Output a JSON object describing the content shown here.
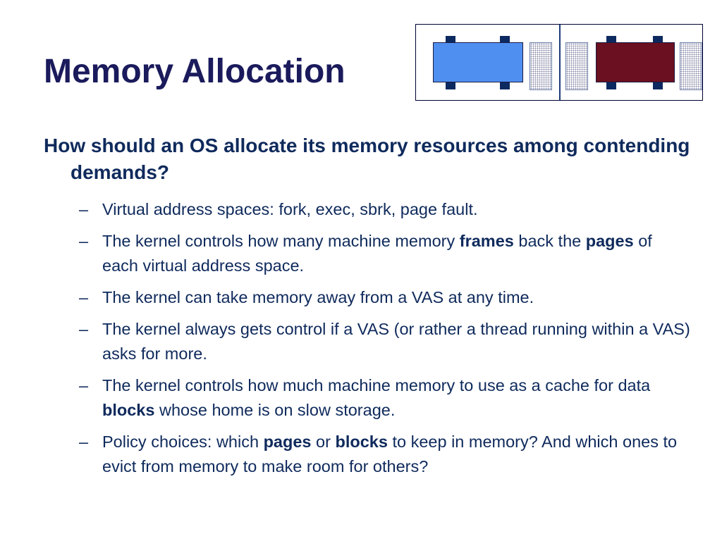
{
  "title": "Memory Allocation",
  "question": "How should an OS allocate its memory resources among contending demands?",
  "dash": "–",
  "bullets": [
    {
      "parts": [
        "Virtual address spaces: fork, exec, sbrk, page fault."
      ]
    },
    {
      "parts": [
        "The kernel controls how many machine memory ",
        "frames",
        " back the ",
        "pages",
        " of each virtual address space."
      ]
    },
    {
      "parts": [
        "The kernel can take memory away from a VAS at any time."
      ]
    },
    {
      "parts": [
        "The kernel always gets control if a VAS (or rather a thread running within a VAS) asks for more."
      ]
    },
    {
      "parts": [
        "The kernel controls how much machine memory to use as a cache for data ",
        "blocks",
        " whose home is on slow storage."
      ]
    },
    {
      "parts": [
        "Policy choices: which ",
        "pages",
        " or ",
        "blocks",
        " to keep in memory?  And which ones to evict from memory to make room for others?"
      ]
    }
  ],
  "colors": {
    "title": "#1a1a5c",
    "text": "#0f2a5c",
    "frame_blue": "#4f8ff0",
    "frame_maroon": "#6b1020"
  }
}
